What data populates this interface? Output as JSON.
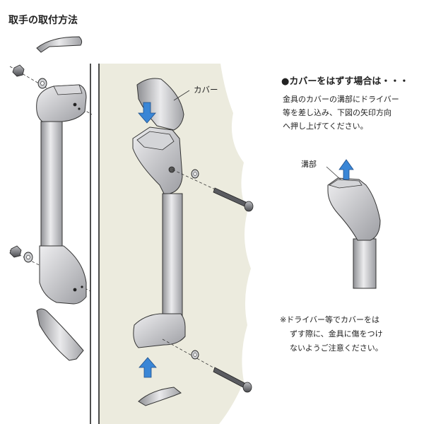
{
  "title": "取手の取付方法",
  "labels": {
    "cover": "カバー",
    "groove": "溝部"
  },
  "removal": {
    "heading": "●カバーをはずす場合は・・・",
    "lines": [
      "金具のカバーの溝部にドライバー",
      "等を差し込み、下図の矢印方向",
      "へ押し上げてください。"
    ]
  },
  "note": {
    "lines": [
      "※ドライバー等でカバーをは",
      "ずす際に、金具に傷をつけ",
      "ないようご注意ください。"
    ]
  },
  "colors": {
    "wall": "#ecebde",
    "arrow": "#3a86d6",
    "metal_dark": "#8f9094",
    "metal_light": "#e9e9eb"
  }
}
